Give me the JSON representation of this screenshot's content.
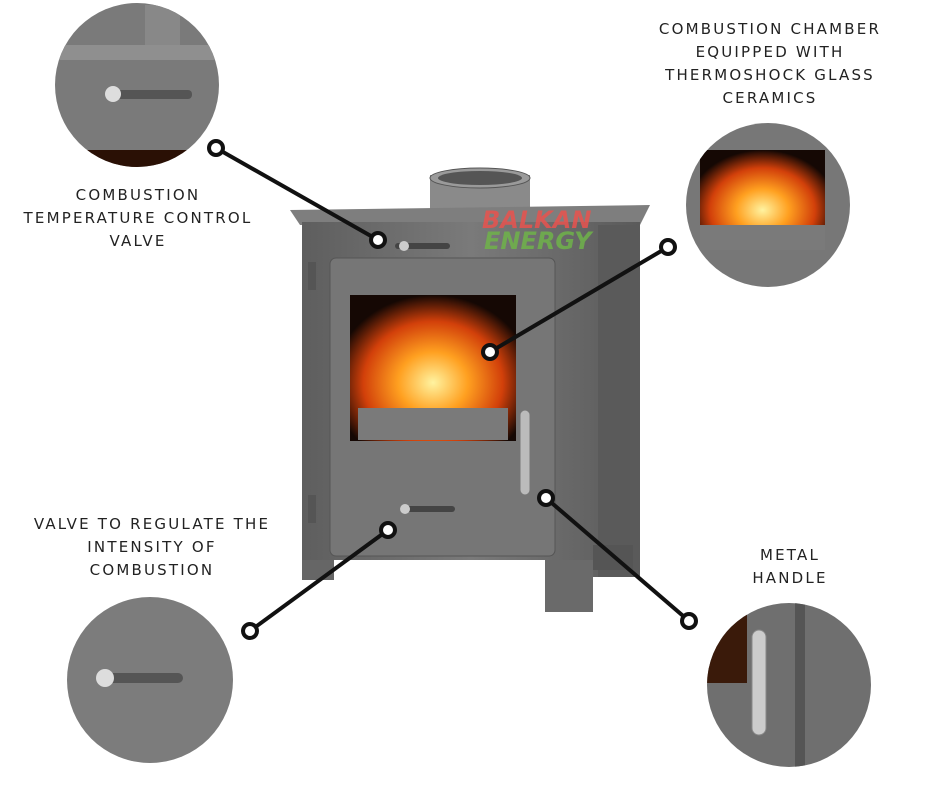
{
  "labels": {
    "temperature_valve": "Combustion\ntemperature control\nvalve",
    "combustion_chamber": "Combustion chamber\nequipped with\nthermoshock glass\nceramics",
    "intensity_valve": "Valve to regulate the\nintensity of\ncombustion",
    "metal_handle": "Metal\nhandle"
  },
  "logo": {
    "line1": "BALKAN",
    "line2": "ENERGY"
  },
  "colors": {
    "stove": "#6b6b6b",
    "line": "#111111",
    "logo_red": "#e8534f",
    "logo_green": "#6fb34a"
  }
}
